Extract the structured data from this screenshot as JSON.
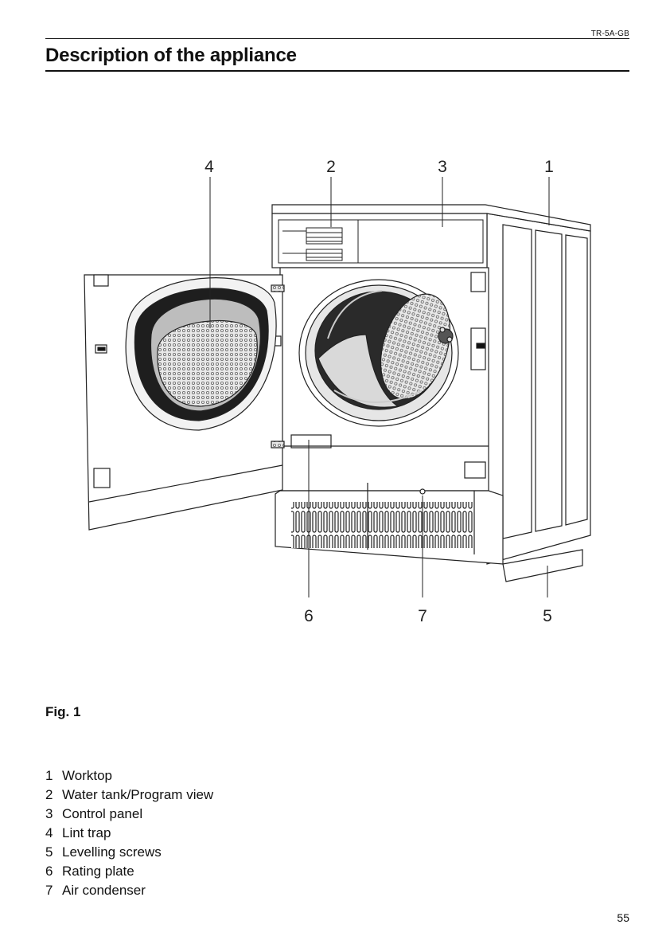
{
  "header": {
    "doc_code": "TR-5A-GB",
    "title": "Description of the appliance"
  },
  "figure": {
    "callouts": [
      "4",
      "2",
      "3",
      "1",
      "6",
      "7",
      "5"
    ],
    "caption": "Fig. 1"
  },
  "legend": [
    {
      "num": "1",
      "label": "Worktop"
    },
    {
      "num": "2",
      "label": "Water tank/Program view"
    },
    {
      "num": "3",
      "label": "Control panel"
    },
    {
      "num": "4",
      "label": "Lint trap"
    },
    {
      "num": "5",
      "label": "Levelling screws"
    },
    {
      "num": "6",
      "label": "Rating plate"
    },
    {
      "num": "7",
      "label": "Air condenser"
    }
  ],
  "footer": {
    "page_number": "55"
  }
}
